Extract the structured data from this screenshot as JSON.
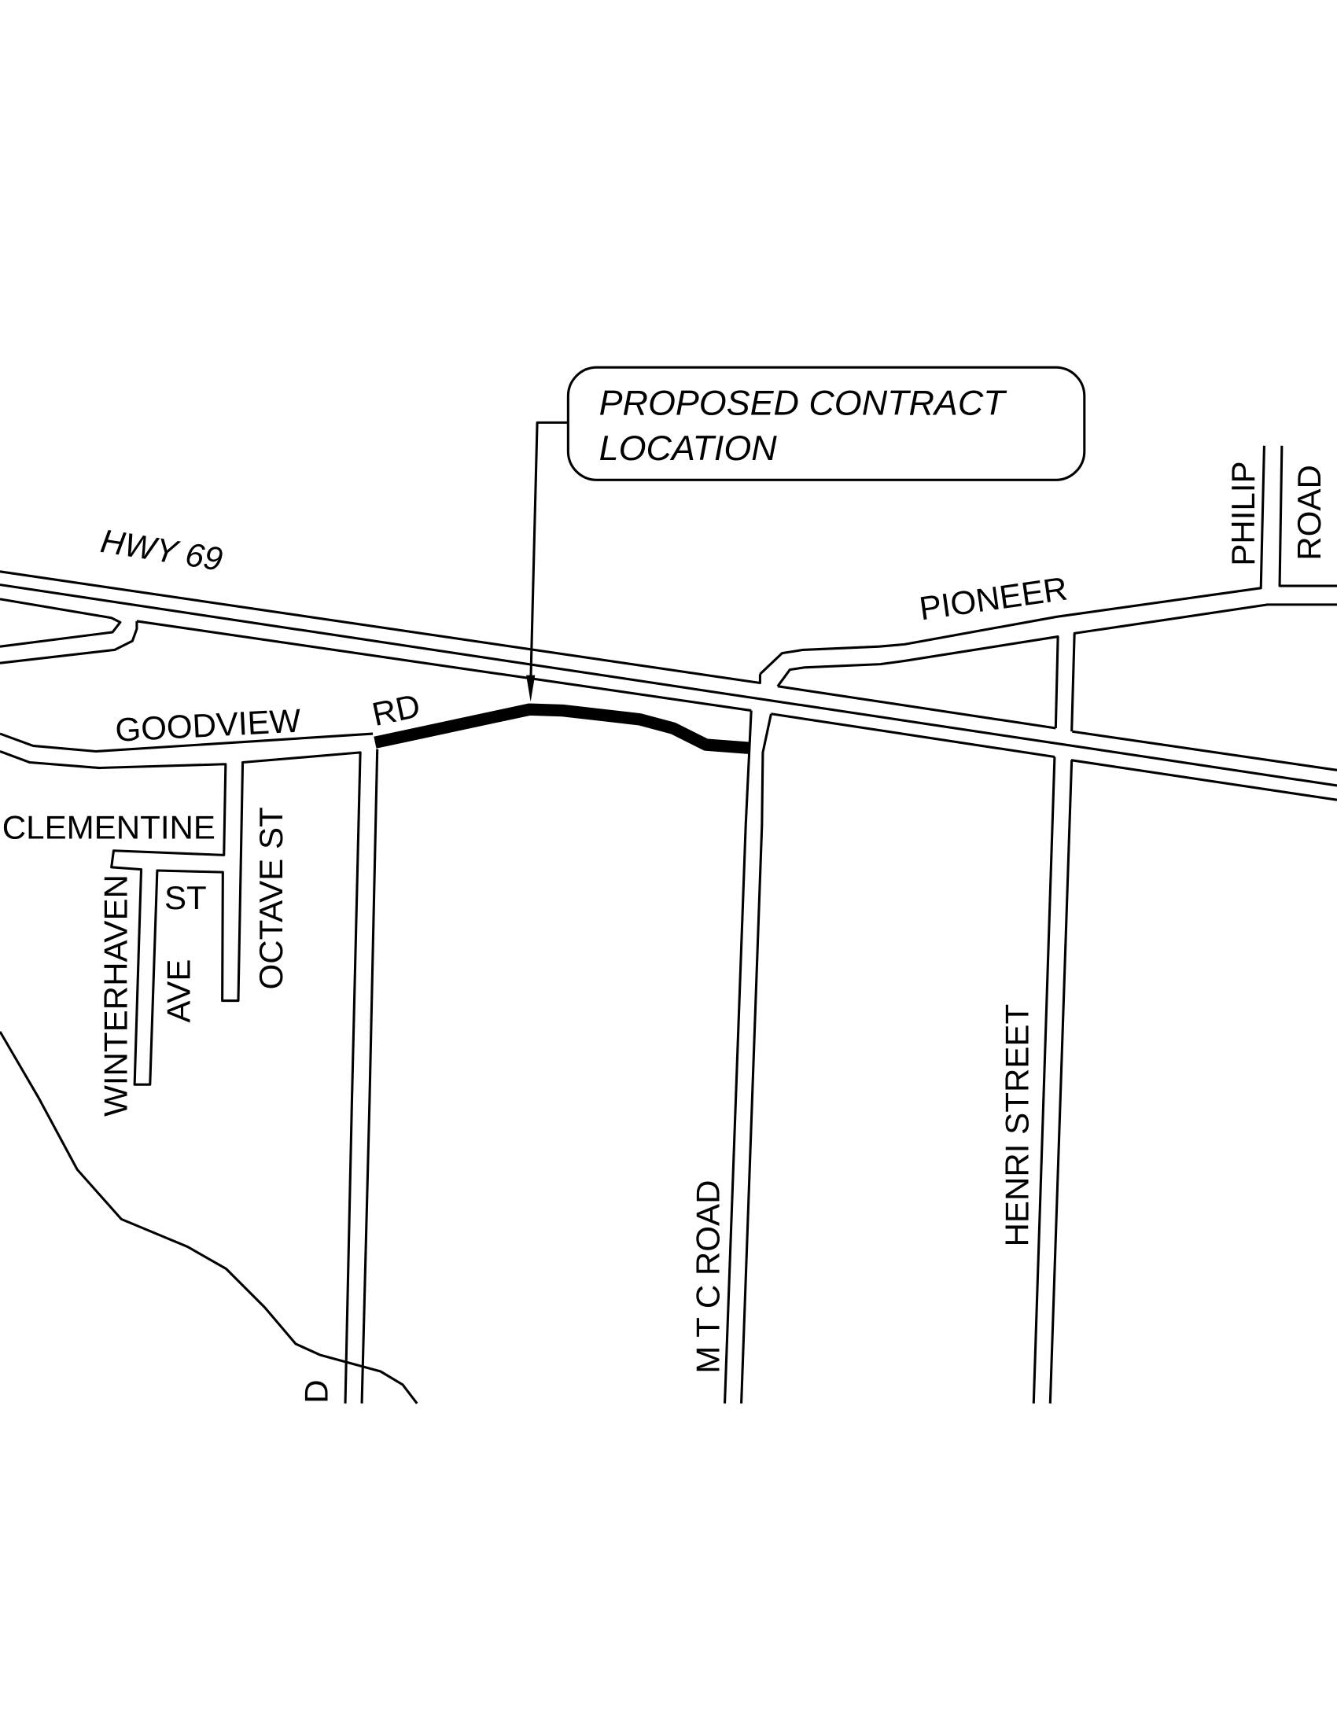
{
  "callout": {
    "line1": "PROPOSED  CONTRACT",
    "line2": "LOCATION"
  },
  "labels": {
    "hwy": "HWY  69",
    "goodview": "GOODVIEW",
    "rd": "RD",
    "pioneer": "PIONEER",
    "philip": "PHILIP",
    "philip_road": "ROAD",
    "clementine": "CLEMENTINE",
    "clementine_st": "ST",
    "winterhaven": "WINTERHAVEN",
    "winterhaven_ave": "AVE",
    "octave": "OCTAVE  ST",
    "mtc": "M  T  C  ROAD",
    "henri": "HENRI  STREET",
    "partial_rd": "D"
  },
  "colors": {
    "lines": "#000000",
    "background": "#ffffff"
  }
}
